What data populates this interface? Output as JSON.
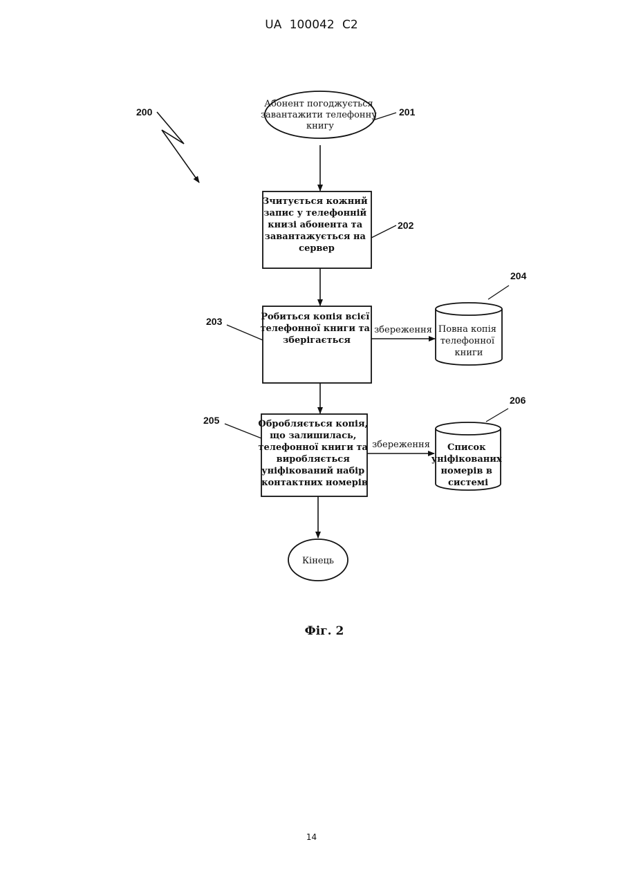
{
  "header": {
    "patent_number": "UA   100042   C2"
  },
  "page_number": "14",
  "figure_caption": "Фіг. 2",
  "diagram": {
    "ref_200": "200",
    "start": {
      "ref": "201",
      "lines": [
        "Абонент погоджується",
        "завантажити телефонну",
        "книгу"
      ]
    },
    "step_202": {
      "ref": "202",
      "lines": [
        "Зчитується кожний",
        "запис у телефонній",
        "книзі абонента та",
        "завантажується на",
        "сервер"
      ]
    },
    "step_203": {
      "ref": "203",
      "lines": [
        "Робиться копія всієї",
        "телефонної книги та",
        "зберігається"
      ]
    },
    "store_204": {
      "ref": "204",
      "lines": [
        "Повна копія",
        "телефонної",
        "книги"
      ]
    },
    "arrow_label_1": "збереження",
    "step_205": {
      "ref": "205",
      "lines": [
        "Обробляється копія,",
        "що залишилась,",
        "телефонної книги та",
        "виробляється",
        "уніфікований набір",
        "контактних номерів"
      ]
    },
    "store_206": {
      "ref": "206",
      "lines": [
        "Список",
        "уніфікованих",
        "номерів в",
        "системі"
      ]
    },
    "arrow_label_2": "збереження",
    "end": {
      "label": "Кінець"
    }
  }
}
